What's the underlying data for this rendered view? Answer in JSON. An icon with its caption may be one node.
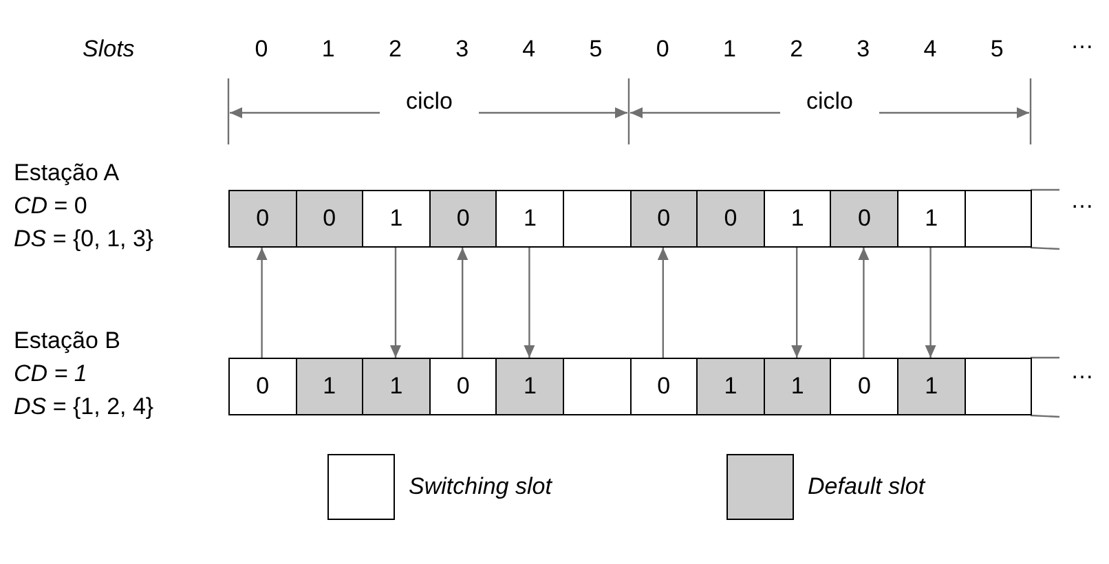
{
  "diagram": {
    "nodes": [
      {
        "text": [
          "0"
        ]
      },
      {
        "text": [
          "0"
        ]
      },
      {
        "text": [
          "1"
        ]
      },
      {
        "text": [
          "0"
        ]
      },
      {
        "text": [
          "1"
        ]
      },
      {
        "text": [],
        "shape": "box"
      },
      {
        "text": [
          "0"
        ]
      },
      {
        "text": [
          "0"
        ]
      },
      {
        "text": [
          "1"
        ]
      },
      {
        "text": [
          "0"
        ]
      },
      {
        "text": [
          "1"
        ]
      },
      {
        "text": [],
        "shape": "box"
      },
      {
        "text": [
          "0"
        ]
      },
      {
        "text": [
          "1"
        ]
      },
      {
        "text": [
          "1"
        ]
      },
      {
        "text": [
          "0"
        ]
      },
      {
        "text": [
          "1"
        ]
      },
      {
        "text": [],
        "shape": "box"
      },
      {
        "text": [
          "0"
        ]
      },
      {
        "text": [
          "1"
        ]
      },
      {
        "text": [
          "1"
        ]
      },
      {
        "text": [
          "0"
        ]
      },
      {
        "text": [
          "1"
        ]
      },
      {
        "text": [],
        "shape": "box"
      }
    ],
    "edges": [
      {
        "from": 12,
        "to": 0,
        "arrow": "to"
      },
      {
        "from": 2,
        "to": 14,
        "arrow": "to"
      },
      {
        "from": 15,
        "to": 3,
        "arrow": "to"
      },
      {
        "from": 4,
        "to": 16,
        "arrow": "to"
      },
      {
        "from": 18,
        "to": 6,
        "arrow": "to"
      },
      {
        "from": 8,
        "to": 20,
        "arrow": "to"
      },
      {
        "from": 21,
        "to": 9,
        "arrow": "to"
      },
      {
        "from": 10,
        "to": 22,
        "arrow": "to"
      }
    ],
    "labels": [
      "Slots",
      "0",
      "1",
      "2",
      "3",
      "4",
      "5",
      "0",
      "1",
      "2",
      "3",
      "4",
      "5",
      "…",
      "ciclo",
      "ciclo",
      "Estação A",
      "*CD* = 0",
      "*DS* = {0, 1, 3}",
      "…",
      "Estação B",
      "*CD = 1*",
      "*DS* = {1, 2, 4}",
      "…"
    ],
    "legend": [
      {
        "text": "Switching slot",
        "color": "#ffffff"
      },
      {
        "text": "Default slot",
        "color": "#cccccc"
      }
    ]
  }
}
